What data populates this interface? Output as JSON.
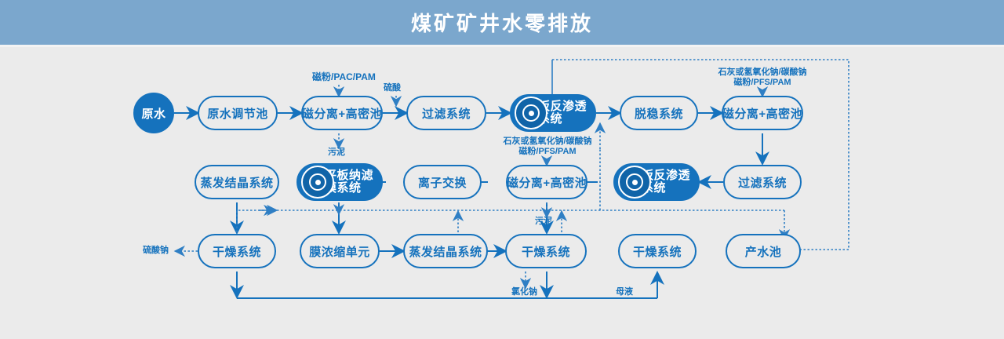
{
  "header": {
    "title": "煤矿矿井水零排放"
  },
  "colors": {
    "header_bg": "#7ba7cd",
    "canvas_bg": "#ebebeb",
    "accent": "#1572bd",
    "node_text": "#1572bd",
    "filled_text": "#ffffff"
  },
  "nodes": [
    {
      "id": "raw-water",
      "label": "原水",
      "shape": "circle"
    },
    {
      "id": "raw-water-tank",
      "label": "原水调节池",
      "shape": "pill"
    },
    {
      "id": "mag-sep-1",
      "label": "磁分离+高密池",
      "shape": "pill"
    },
    {
      "id": "filter-1",
      "label": "过滤系统",
      "shape": "pill"
    },
    {
      "id": "ro-membrane-1",
      "label": "平板反渗透\n膜系统",
      "shape": "pill-filled",
      "icon": "membrane-disc-icon"
    },
    {
      "id": "destabilize",
      "label": "脱稳系统",
      "shape": "pill"
    },
    {
      "id": "mag-sep-2",
      "label": "磁分离+高密池",
      "shape": "pill"
    },
    {
      "id": "filter-2",
      "label": "过滤系统",
      "shape": "pill"
    },
    {
      "id": "ro-membrane-2",
      "label": "平板反渗透\n膜系统",
      "shape": "pill-filled",
      "icon": "membrane-disc-icon"
    },
    {
      "id": "mag-sep-3",
      "label": "磁分离+高密池",
      "shape": "pill"
    },
    {
      "id": "ion-exchange",
      "label": "离子交换",
      "shape": "pill"
    },
    {
      "id": "nf-membrane",
      "label": "平板纳滤\n膜系统",
      "shape": "pill-filled",
      "icon": "membrane-disc-icon"
    },
    {
      "id": "evap-cryst-1",
      "label": "蒸发结晶系统",
      "shape": "pill"
    },
    {
      "id": "drying-1",
      "label": "干燥系统",
      "shape": "pill"
    },
    {
      "id": "membrane-conc",
      "label": "膜浓缩单元",
      "shape": "pill"
    },
    {
      "id": "evap-cryst-2",
      "label": "蒸发结晶系统",
      "shape": "pill"
    },
    {
      "id": "drying-2",
      "label": "干燥系统",
      "shape": "pill"
    },
    {
      "id": "drying-3",
      "label": "干燥系统",
      "shape": "pill"
    },
    {
      "id": "product-water",
      "label": "产水池",
      "shape": "pill"
    }
  ],
  "labels": {
    "dosing_1": "磁粉/PAC/PAM",
    "acid_1": "硫酸",
    "sludge_1": "污泥",
    "dosing_2_l1": "石灰或氢氧化钠/碳酸钠",
    "dosing_2_l2": "磁粉/PFS/PAM",
    "dosing_3_l1": "石灰或氢氧化钠/碳酸钠",
    "dosing_3_l2": "磁粉/PFS/PAM",
    "sludge_2": "污泥",
    "sodium_sulfate": "硫酸钠",
    "sodium_chloride": "氯化钠",
    "mother_liquor": "母液"
  },
  "node_text_lines": {
    "ro-membrane-1": [
      "平板反渗透",
      "膜系统"
    ],
    "ro-membrane-2": [
      "平板反渗透",
      "膜系统"
    ],
    "nf-membrane": [
      "平板纳滤",
      "膜系统"
    ]
  }
}
